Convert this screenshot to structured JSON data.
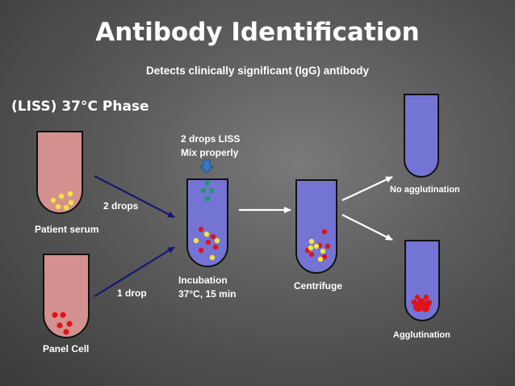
{
  "title": "Antibody Identification",
  "subtitle": "Detects clinically significant (IgG) antibody",
  "phase_label": "(LISS) 37°C Phase",
  "labels": {
    "patient_serum": "Patient serum",
    "panel_cell": "Panel Cell",
    "two_drops": "2 drops",
    "one_drop": "1 drop",
    "liss_line1": "2 drops LISS",
    "liss_line2": "Mix properly",
    "incubation_line1": "Incubation",
    "incubation_line2": "37°C, 15 min",
    "centrifuge": "Centrifuge",
    "no_agglutination": "No agglutination",
    "agglutination": "Agglutination"
  },
  "colors": {
    "serum_tube": "#d4918f",
    "reaction_tube": "#7474d4",
    "yellow_dot": "#f2e63a",
    "red_dot": "#e0131c",
    "green_dot": "#1c9a6c",
    "blue_arrow": "#3a78c9",
    "navy_arrow": "#16186e",
    "white_arrow": "#ffffff"
  }
}
